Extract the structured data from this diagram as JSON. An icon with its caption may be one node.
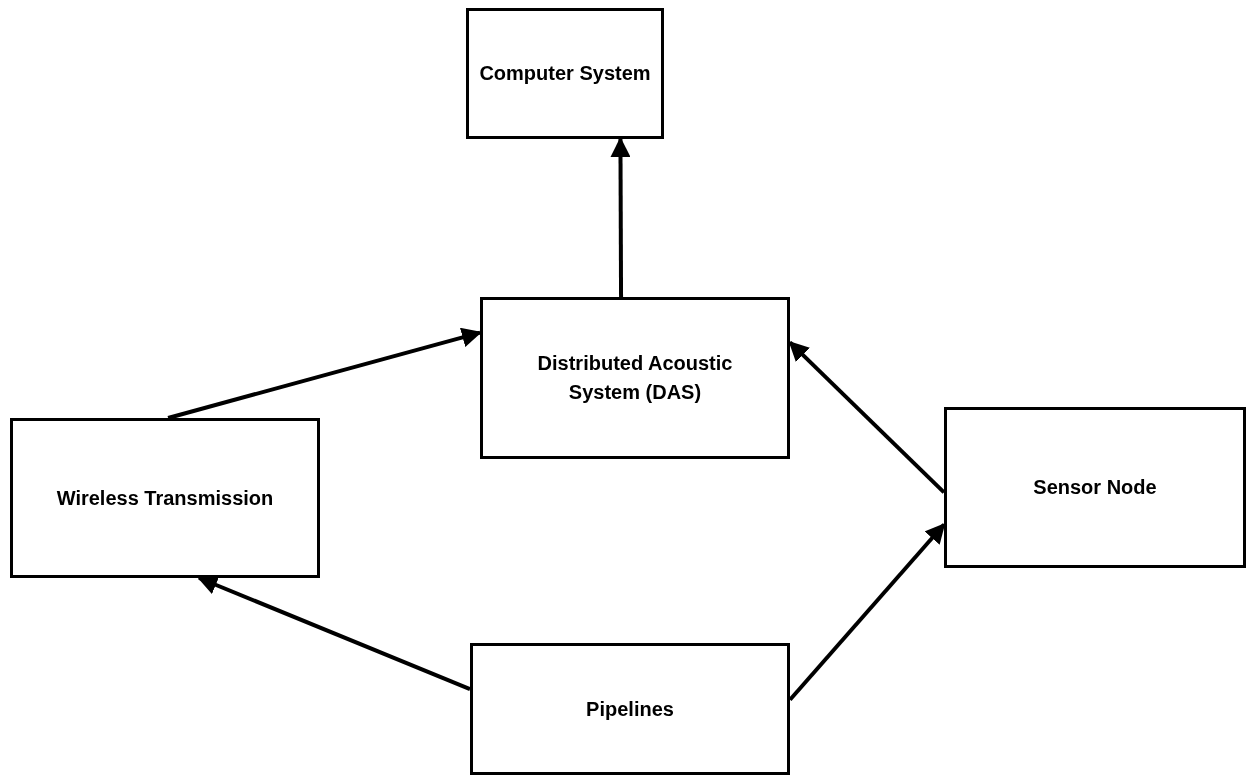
{
  "diagram": {
    "nodes": [
      {
        "text": [
          "Computer System"
        ]
      },
      {
        "text": [
          "Distributed Acoustic System (DAS)"
        ]
      },
      {
        "text": [
          "Wireless Transmission"
        ]
      },
      {
        "text": [
          "Sensor Node"
        ]
      },
      {
        "text": [
          "Pipelines"
        ]
      }
    ],
    "edges": [
      {
        "from": 1,
        "to": 0,
        "arrow": "to"
      },
      {
        "from": 2,
        "to": 1,
        "arrow": "to"
      },
      {
        "from": 3,
        "to": 1,
        "arrow": "to"
      },
      {
        "from": 4,
        "to": 2,
        "arrow": "to"
      },
      {
        "from": 4,
        "to": 3,
        "arrow": "to"
      }
    ]
  }
}
